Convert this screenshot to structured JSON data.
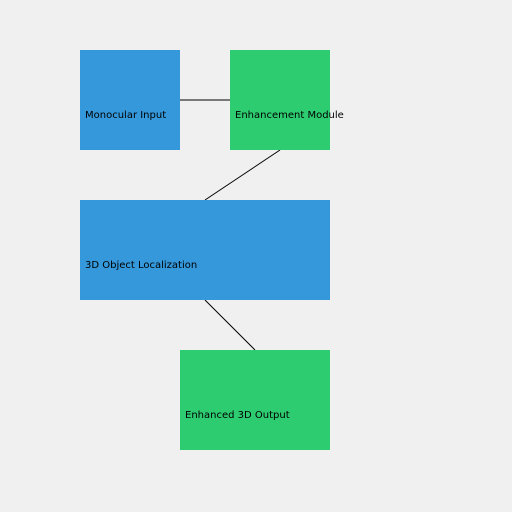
{
  "colors": {
    "background": "#f0f0f0",
    "input_block": "#3498db",
    "module_block": "#2ecc71",
    "connector": "#000000"
  },
  "nodes": [
    {
      "id": "monocular-input",
      "label": "Monocular Input",
      "color": "#3498db"
    },
    {
      "id": "enhancement-module",
      "label": "Enhancement Module",
      "color": "#2ecc71"
    },
    {
      "id": "3d-object-localization",
      "label": "3D Object Localization",
      "color": "#3498db"
    },
    {
      "id": "enhanced-3d-output",
      "label": "Enhanced 3D Output",
      "color": "#2ecc71"
    }
  ],
  "edges": [
    {
      "from": "monocular-input",
      "to": "enhancement-module"
    },
    {
      "from": "enhancement-module",
      "to": "3d-object-localization"
    },
    {
      "from": "3d-object-localization",
      "to": "enhanced-3d-output"
    }
  ]
}
